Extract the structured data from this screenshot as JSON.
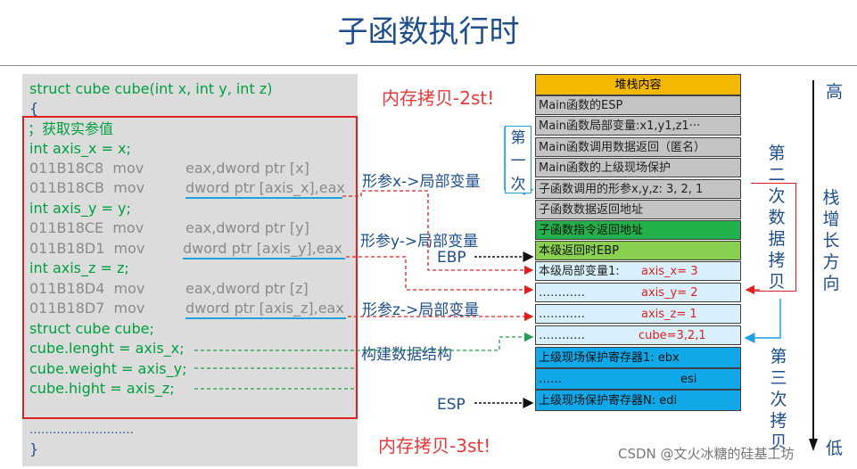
{
  "title": "子函数执行时",
  "code": {
    "line1": "struct cube cube(int x, int y, int z)",
    "line2": "{",
    "line3": "；获取实参值",
    "line4": "int axis_x = x;",
    "line5a": "011B18C8  mov",
    "line5b": "eax,dword ptr [x]",
    "line6a": "011B18CB  mov",
    "line6b": "dword ptr [axis_x],eax",
    "line7": "int axis_y = y;",
    "line8a": "011B18CE  mov",
    "line8b": "eax,dword ptr [y]",
    "line9a": "011B18D1  mov",
    "line9b": "dword ptr [axis_y],eax",
    "line10": "int axis_z = z;",
    "line11a": "011B18D4  mov",
    "line11b": "eax,dword ptr [z]",
    "line12a": "011B18D7  mov",
    "line12b": "dword ptr [axis_z],eax",
    "line13": "struct cube cube;",
    "line14": "cube.lenght = axis_x;",
    "line15": "cube.weight = axis_y;",
    "line16": "cube.hight = axis_z;",
    "line17": "………………………",
    "line18": "}"
  },
  "labels": {
    "mem_copy_2": "内存拷贝-2st!",
    "mem_copy_3": "内存拷贝-3st!",
    "param_x": "形参x->局部变量",
    "param_y": "形参y->局部变量",
    "param_z": "形参z->局部变量",
    "build": "构建数据结构",
    "ebp": "EBP",
    "esp": "ESP",
    "first_copy": "第一次",
    "second_copy": "第二次数据拷贝",
    "third_copy": "第三次拷贝",
    "high": "高",
    "low": "低",
    "grow": "栈增长方向",
    "watermark": "CSDN @文火冰糖的硅基工坊"
  },
  "stack": {
    "header": "堆栈内容",
    "rows": [
      "Main函数的ESP",
      "Main函数局部变量:x1,y1,z1···",
      "Main函数调用数据返回（匿名）",
      "Main函数的上级现场保护",
      "子函数调用的形参x,y,z: 3, 2, 1",
      "子函数数据返回地址",
      "子函数指令返回地址",
      "本级返回时EBP",
      "本级局部变量1:",
      "…………",
      "…………",
      "…………",
      "上级现场保护寄存器1: ebx",
      "……",
      "上级现场保护寄存器N: edi"
    ],
    "values": {
      "axis_x": "axis_x= 3",
      "axis_y": "axis_y= 2",
      "axis_z": "axis_z= 1",
      "cube": "cube=3,2,1",
      "esi": "esi"
    }
  },
  "colors": {
    "title": "#1f4e8c",
    "red": "#e02020",
    "green_code": "#00a040",
    "blue_line": "#1fa0e0"
  }
}
